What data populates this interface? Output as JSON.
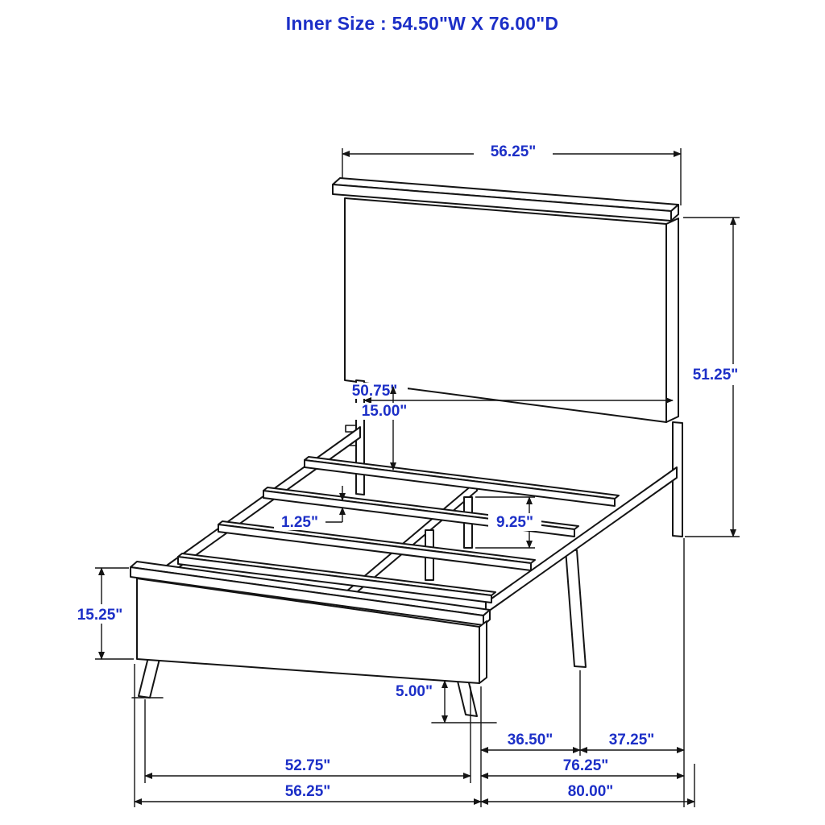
{
  "title": "Inner Size : 54.50\"W X 76.00\"D",
  "colors": {
    "line": "#141414",
    "accent": "#1c2fc7"
  },
  "dimensions": {
    "headboard_width": "56.25\"",
    "headboard_height": "51.25\"",
    "inner_headboard_width": "50.75\"",
    "panel_to_rail_gap": "15.00\"",
    "slat_thickness": "1.25\"",
    "center_leg_height": "9.25\"",
    "footboard_height": "15.25\"",
    "floor_clearance": "5.00\"",
    "depth_front_section": "36.50\"",
    "depth_rear_section": "37.25\"",
    "inner_footboard_width": "52.75\"",
    "frame_depth": "76.25\"",
    "footboard_width": "56.25\"",
    "overall_depth": "80.00\""
  }
}
